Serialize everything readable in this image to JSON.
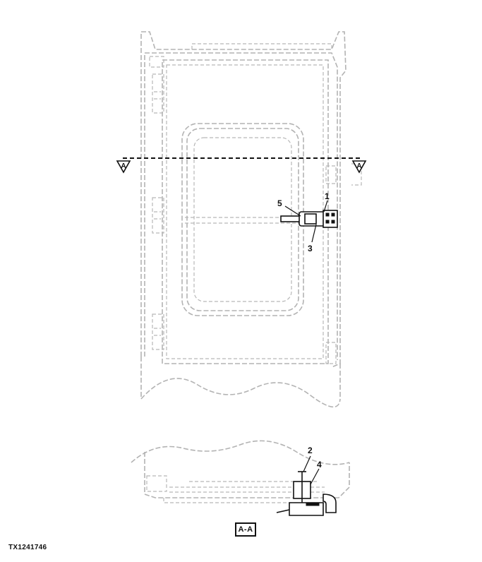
{
  "section_marker": {
    "left": "A",
    "right": "A"
  },
  "callouts": {
    "c1": "1",
    "c2": "2",
    "c3": "3",
    "c4": "4",
    "c5": "5"
  },
  "view_label": "A-A",
  "figure_id": "TX1241746"
}
